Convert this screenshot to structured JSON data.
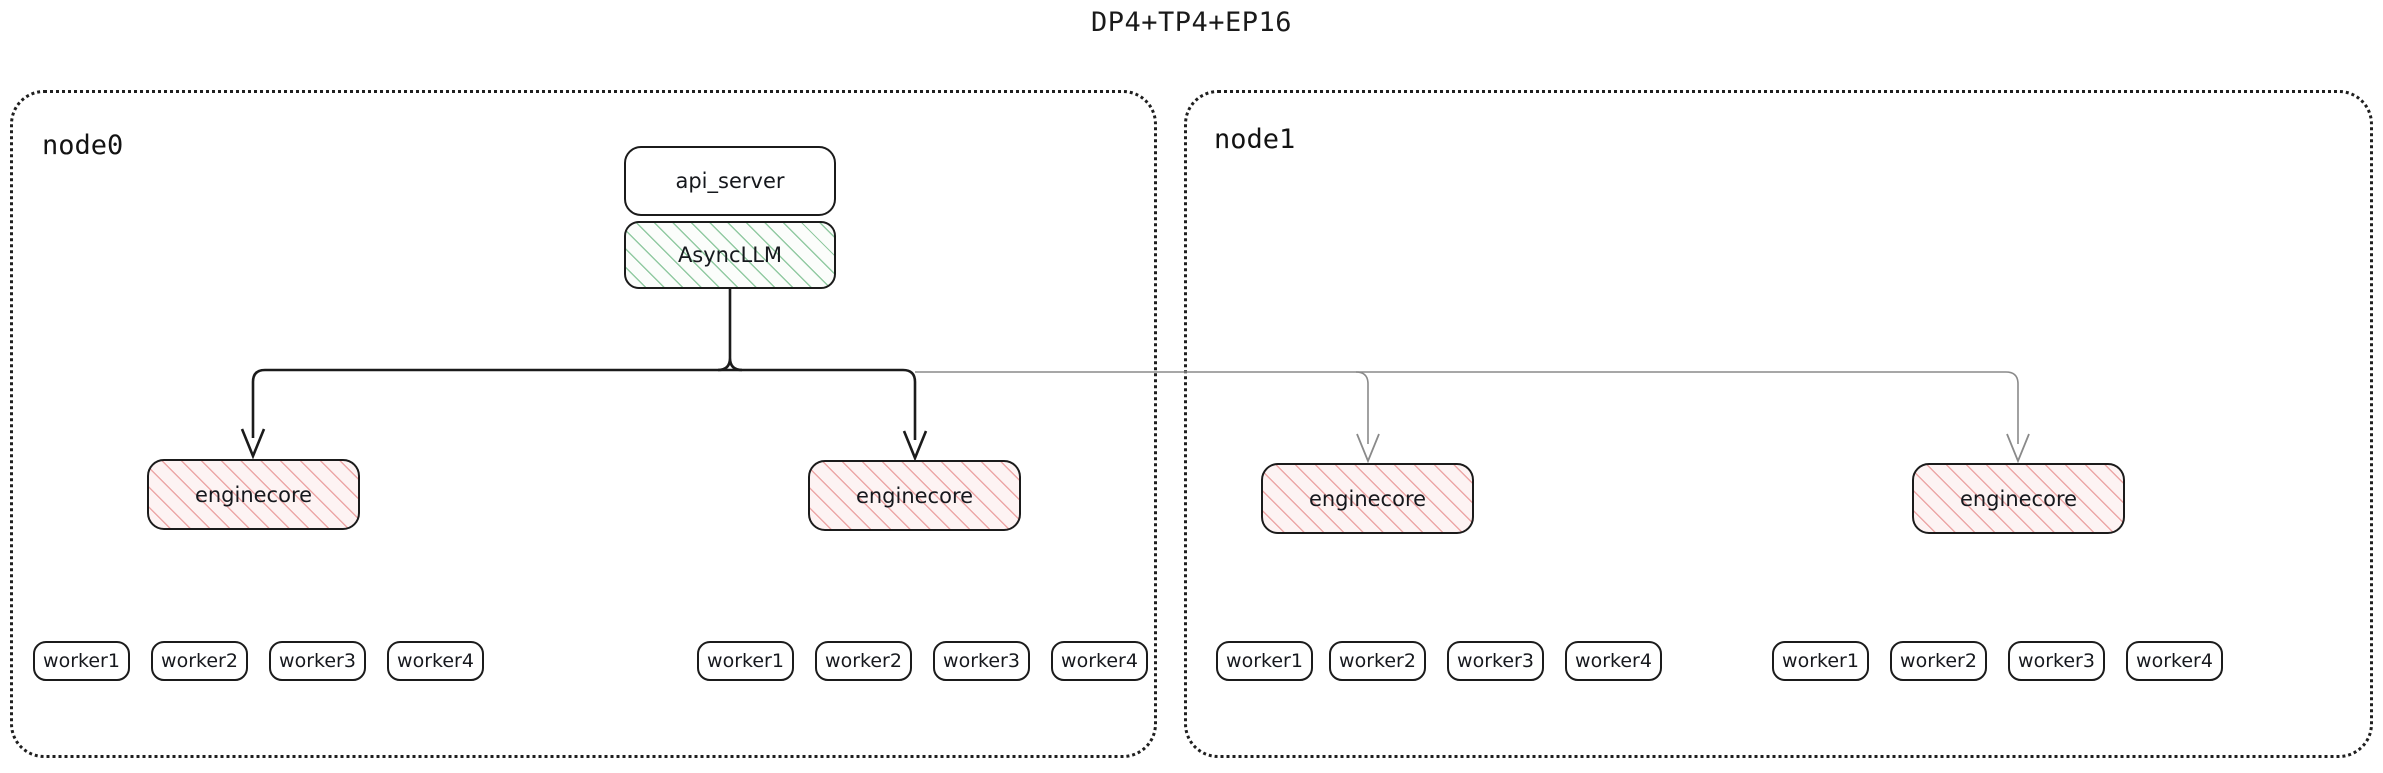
{
  "title": "DP4+TP4+EP16",
  "colors": {
    "hatch_green": "#3ca05a",
    "hatch_pink": "#e27878",
    "stroke_dark": "#1b1b1b",
    "stroke_gray": "#8a8a8a",
    "background": "#ffffff"
  },
  "nodes": [
    {
      "id": "node0",
      "label": "node0",
      "frontend": {
        "api_server": "api_server",
        "async_llm": "AsyncLLM"
      },
      "engines": [
        {
          "label": "enginecore",
          "workers": [
            "worker1",
            "worker2",
            "worker3",
            "worker4"
          ]
        },
        {
          "label": "enginecore",
          "workers": [
            "worker1",
            "worker2",
            "worker3",
            "worker4"
          ]
        }
      ]
    },
    {
      "id": "node1",
      "label": "node1",
      "engines": [
        {
          "label": "enginecore",
          "workers": [
            "worker1",
            "worker2",
            "worker3",
            "worker4"
          ]
        },
        {
          "label": "enginecore",
          "workers": [
            "worker1",
            "worker2",
            "worker3",
            "worker4"
          ]
        }
      ]
    }
  ]
}
